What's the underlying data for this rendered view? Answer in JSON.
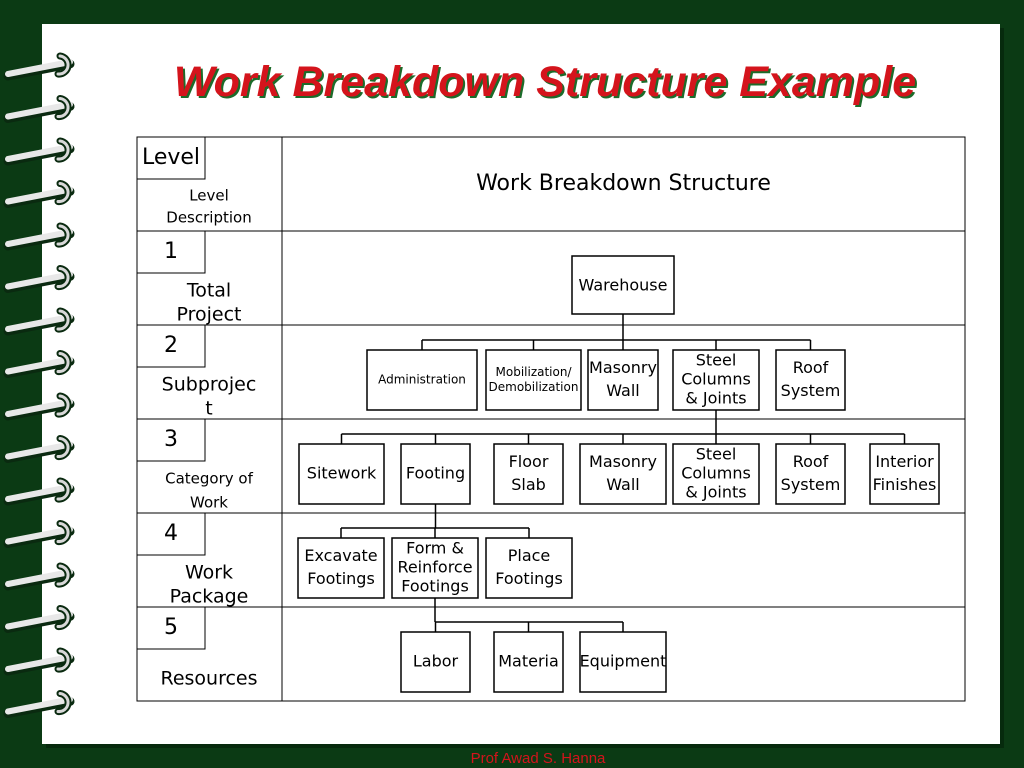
{
  "slide": {
    "title": "Work Breakdown Structure Example",
    "footer": "Prof Awad S. Hanna"
  },
  "diagram": {
    "header": {
      "level_label": "Level",
      "level_desc": [
        "Level",
        "Description"
      ],
      "wbs_title": "Work Breakdown Structure"
    },
    "levels": [
      {
        "number": "1",
        "desc": [
          "Total",
          "Project"
        ]
      },
      {
        "number": "2",
        "desc": [
          "Subprojec",
          "t"
        ]
      },
      {
        "number": "3",
        "desc": [
          "Category of",
          "Work"
        ]
      },
      {
        "number": "4",
        "desc": [
          "Work",
          "Package"
        ]
      },
      {
        "number": "5",
        "desc": [
          "Resources"
        ]
      }
    ],
    "nodes": [
      {
        "id": "warehouse",
        "lines": [
          "Warehouse"
        ]
      },
      {
        "id": "administration",
        "lines": [
          "Administration"
        ]
      },
      {
        "id": "mobilization",
        "lines": [
          "Mobilization/",
          "Demobilization"
        ]
      },
      {
        "id": "masonry-wall-2",
        "lines": [
          "Masonry",
          "Wall"
        ]
      },
      {
        "id": "steel-columns-2",
        "lines": [
          "Steel",
          "Columns",
          "& Joints"
        ]
      },
      {
        "id": "roof-system-2",
        "lines": [
          "Roof",
          "System"
        ]
      },
      {
        "id": "sitework",
        "lines": [
          "Sitework"
        ]
      },
      {
        "id": "footing",
        "lines": [
          "Footing"
        ]
      },
      {
        "id": "floor-slab",
        "lines": [
          "Floor",
          "Slab"
        ]
      },
      {
        "id": "masonry-wall-3",
        "lines": [
          "Masonry",
          "Wall"
        ]
      },
      {
        "id": "steel-columns-3",
        "lines": [
          "Steel",
          "Columns",
          "& Joints"
        ]
      },
      {
        "id": "roof-system-3",
        "lines": [
          "Roof",
          "System"
        ]
      },
      {
        "id": "interior-finishes",
        "lines": [
          "Interior",
          "Finishes"
        ]
      },
      {
        "id": "excavate-footings",
        "lines": [
          "Excavate",
          "Footings"
        ]
      },
      {
        "id": "form-reinforce",
        "lines": [
          "Form &",
          "Reinforce",
          "Footings"
        ]
      },
      {
        "id": "place-footings",
        "lines": [
          "Place",
          "Footings"
        ]
      },
      {
        "id": "labor",
        "lines": [
          "Labor"
        ]
      },
      {
        "id": "material",
        "lines": [
          "Materia"
        ]
      },
      {
        "id": "equipment",
        "lines": [
          "Equipment"
        ]
      }
    ],
    "edges": [
      {
        "from": "warehouse",
        "to": [
          "administration",
          "mobilization",
          "masonry-wall-2",
          "steel-columns-2",
          "roof-system-2"
        ]
      },
      {
        "from": "steel-columns-2",
        "to": [
          "sitework",
          "footing",
          "floor-slab",
          "masonry-wall-3",
          "steel-columns-3",
          "roof-system-3",
          "interior-finishes"
        ]
      },
      {
        "from": "footing",
        "to": [
          "excavate-footings",
          "form-reinforce",
          "place-footings"
        ]
      },
      {
        "from": "form-reinforce",
        "to": [
          "labor",
          "material",
          "equipment"
        ]
      }
    ]
  }
}
